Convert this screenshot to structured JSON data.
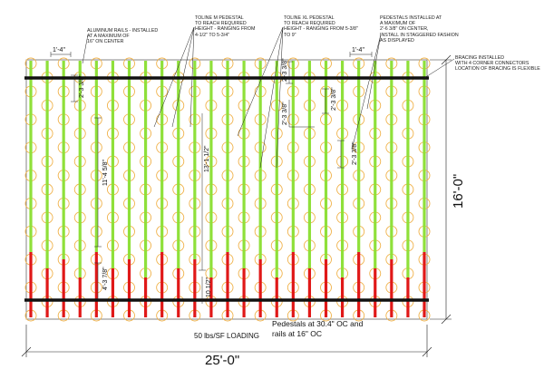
{
  "notes": {
    "aluminum_rails": "ALUMINUM RAILS - INSTALLED\nAT A MAXIMUM OF\n16\" ON CENTER",
    "pedestal_m": "TOLINE M PEDESTAL\nTO REACH REQUIRED\nHEIGHT - RANGING FROM\n4-1/2\" TO 5-3/4\"",
    "pedestal_xl": "TOLINE XL PEDESTAL\nTO REACH REQUIRED\nHEIGHT - RANGING FROM 5-3/8\"\nTO 9\"",
    "pedestals_installed": "PEDESTALS INSTALLED AT\nA MAXIMUM OF\n2'-6 3/8\" ON CENTER,\nINSTALL IN STAGGERED FASHION\nAS DISPLAYED",
    "bracing": "BRACING INSTALLED\nWITH 4 CORNER CONNECTORS\nLOCATION OF BRACING IS FLEXIBLE"
  },
  "labels": {
    "loading": "50 lbs/SF LOADING",
    "pedestal_spacing": "Pedestals at 30.4\" OC and\nrails at 16\" OC"
  },
  "dimensions": {
    "overall_width": "25'-0\"",
    "overall_height": "16'-0\"",
    "rail_spacing_top": "1'-4\"",
    "rail_spacing_right": "1'-4\"",
    "pedestal_oc_a": "2'-3 3/8\"",
    "pedestal_oc_b": "2'-3 3/8\"",
    "pedestal_oc_c": "2'-3 3/8\"",
    "pedestal_oc_d": "2'-3 3/8\"",
    "pedestal_oc_e": "2'-3 3/8\"",
    "rail_length_a": "11'-4 5/8\"",
    "rail_length_b": "13'-1 1/2\"",
    "rail_end_a": "4'-3 7/8\"",
    "rail_end_b": "10 1/2\""
  },
  "colors": {
    "rail": "#8fe03a",
    "rail_end": "#e01818",
    "pedestal": "#f0b24a",
    "bracing": "#111111"
  }
}
